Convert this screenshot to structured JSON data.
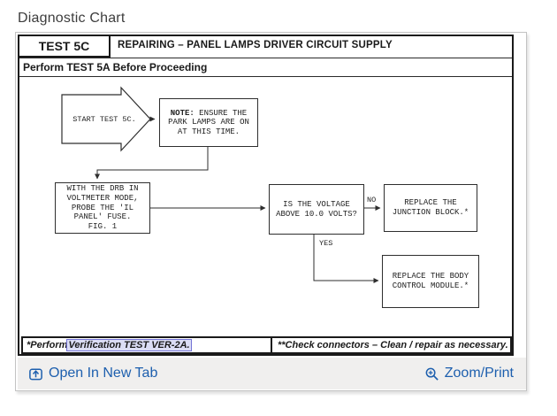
{
  "page": {
    "title": "Diagnostic Chart"
  },
  "chart": {
    "test_label": "TEST 5C",
    "title": "REPAIRING – PANEL LAMPS DRIVER CIRCUIT SUPPLY",
    "subheader": "Perform TEST 5A Before Proceeding",
    "nodes": {
      "start": "START TEST 5C.",
      "note_prefix": "NOTE:",
      "note_text": " ENSURE THE\nPARK LAMPS ARE ON\nAT THIS TIME.",
      "probe": "WITH THE DRB IN\nVOLTMETER MODE,\nPROBE THE 'IL\nPANEL' FUSE.\nFIG. 1",
      "voltage_question": "IS THE VOLTAGE\nABOVE 10.0 VOLTS?",
      "replace_junction": "REPLACE THE\nJUNCTION BLOCK.*",
      "replace_bcm": "REPLACE THE BODY\nCONTROL MODULE.*"
    },
    "edge_labels": {
      "no": "NO",
      "yes": "YES"
    },
    "footnotes": {
      "left_prefix": "*Perform ",
      "left_highlight": "Verification TEST VER-2A.",
      "right": "**Check connectors – Clean / repair as necessary."
    }
  },
  "toolbar": {
    "open_new_tab": "Open In New Tab",
    "zoom_print": "Zoom/Print"
  },
  "icons": {
    "open_new_tab": "open-in-new-tab-icon",
    "zoom_print": "magnifier-plus-icon"
  },
  "colors": {
    "link_blue": "#1d5fae",
    "highlight_bg": "#dbddf5",
    "highlight_border": "#7474d6",
    "bar_bg": "#f0efee"
  }
}
